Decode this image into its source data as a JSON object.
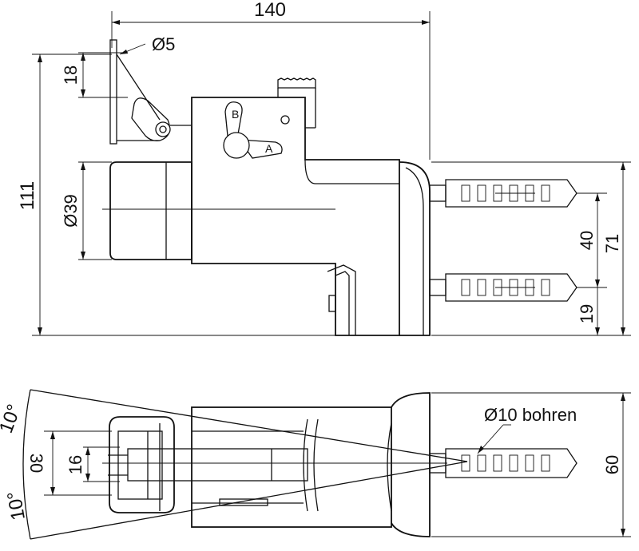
{
  "drawing": {
    "top_view": {
      "dim_width": "140",
      "dim_height": "111",
      "dim_hole": "Ø5",
      "dim_hole_spacing": "18",
      "dim_diameter": "Ø39",
      "dim_plug_spacing": "40",
      "dim_plug_total": "71",
      "dim_plug_offset": "19",
      "lever_label_b": "B",
      "lever_label_a": "A"
    },
    "side_view": {
      "angle_top": "10°",
      "angle_bottom": "10°",
      "dim_30": "30",
      "dim_16": "16",
      "dim_60": "60",
      "drill_note": "Ø10 bohren"
    }
  }
}
